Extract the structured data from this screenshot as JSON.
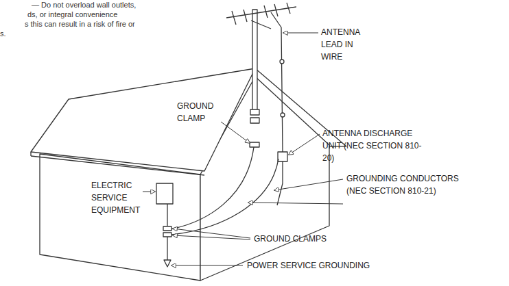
{
  "diagram": {
    "labels": [
      "— Do not overload wall outlets,",
      "ds, or integral convenience",
      "s this can result in a risk of fire or",
      "s.",
      "ANTENNA LEAD IN WIRE",
      "GROUND CLAMP",
      "ANTENNA DISCHARGE UNIT (NEC SECTION 810-20)",
      "ELECTRIC SERVICE EQUIPMENT",
      "GROUNDING CONDUCTORS (NEC SECTION 810-21)",
      "GROUND CLAMPS",
      "POWER SERVICE GROUNDING"
    ]
  }
}
